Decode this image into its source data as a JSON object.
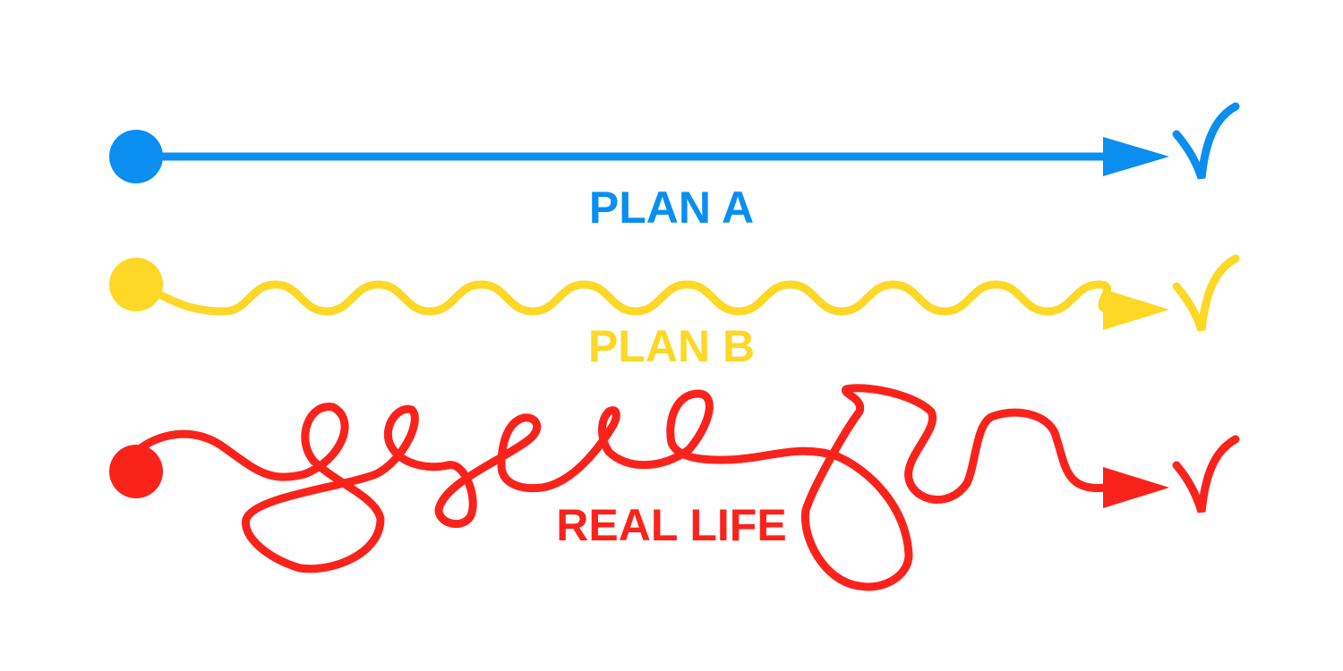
{
  "plans": [
    {
      "label": "PLAN A",
      "color": "#0a8ef0"
    },
    {
      "label": "PLAN B",
      "color": "#fdd826"
    },
    {
      "label": "REAL LIFE",
      "color": "#fa231c"
    }
  ],
  "icons": {
    "start": "dot-icon",
    "end": "arrow-icon",
    "done": "checkmark-icon"
  }
}
